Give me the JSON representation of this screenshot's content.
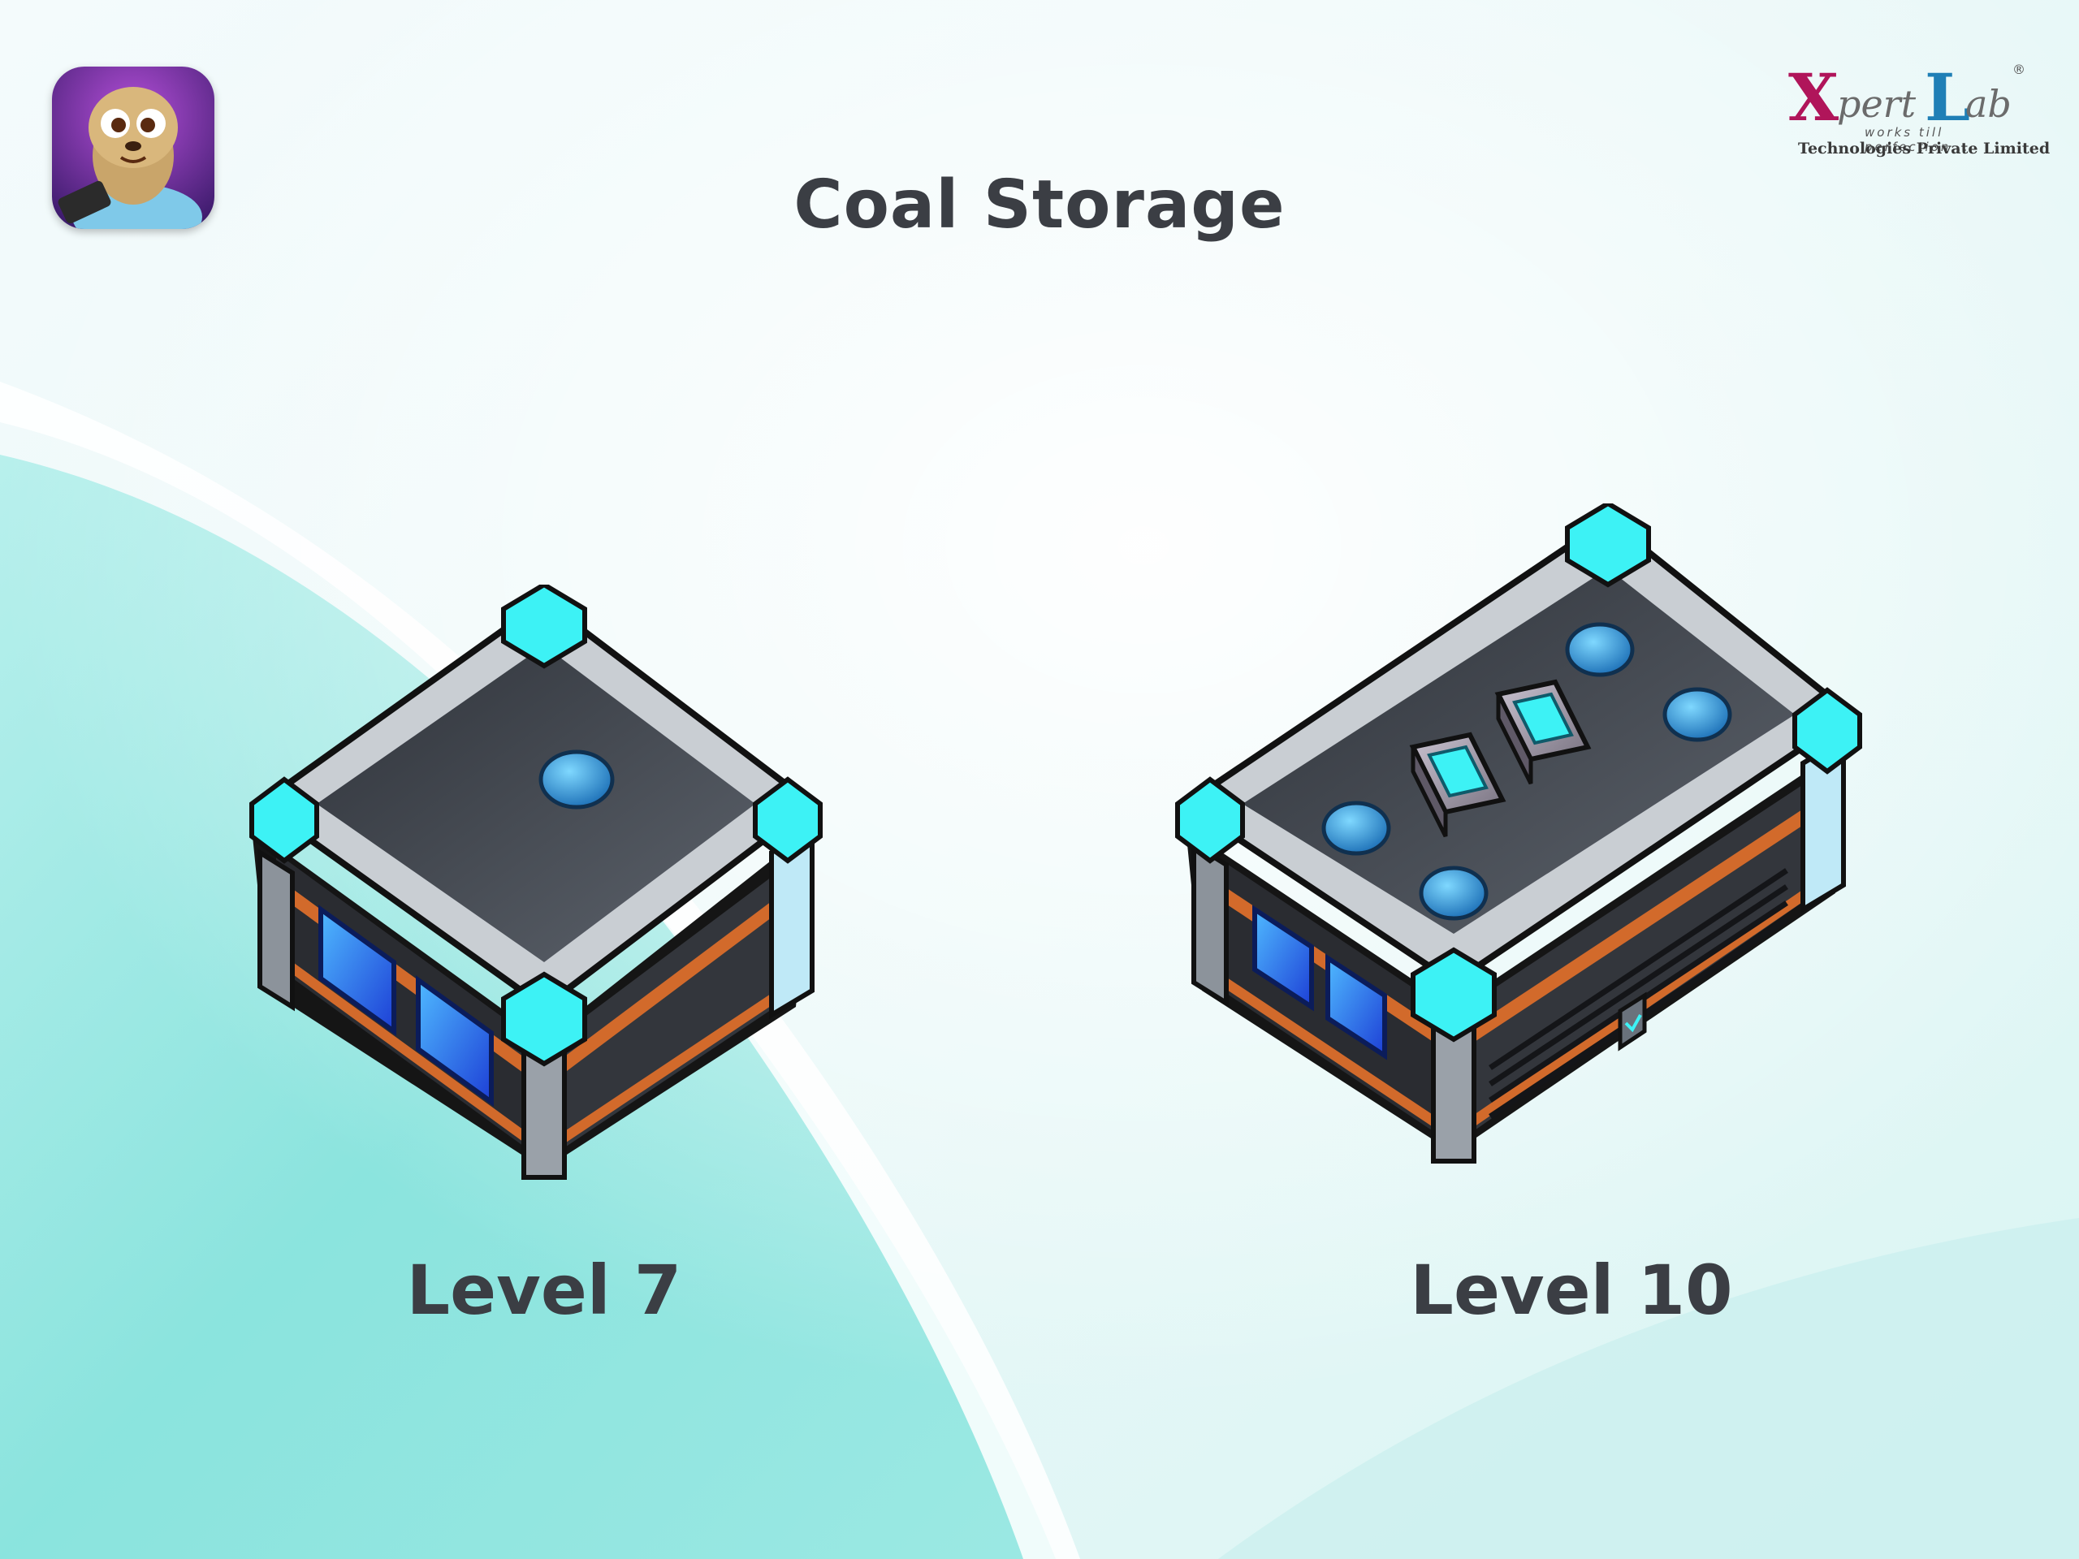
{
  "page": {
    "title": "Coal Storage"
  },
  "branding": {
    "app_icon": "meerkat-game-app-icon",
    "logo_text": "XpertLab",
    "logo_registered": "®",
    "logo_tagline": "works till perfection...",
    "logo_company": "Technologies Private Limited",
    "colors": {
      "logo_x": "#b0155a",
      "logo_l": "#1f7fb6",
      "accent_cyan": "#3df2f5",
      "frame_orange": "#d26a2b",
      "top_dark": "#3e434b",
      "text_dark": "#3b3e44"
    }
  },
  "buildings": [
    {
      "id": "level-7",
      "label": "Level 7",
      "icon": "coal-storage-level-7-icon"
    },
    {
      "id": "level-10",
      "label": "Level 10",
      "icon": "coal-storage-level-10-icon"
    }
  ]
}
